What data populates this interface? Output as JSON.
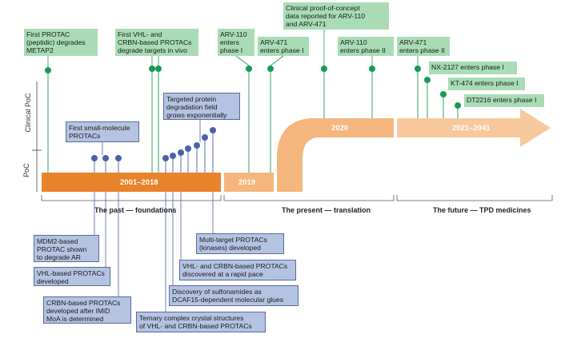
{
  "axis": {
    "clinical": "Clinical PoC",
    "poc": "PoC"
  },
  "eras": {
    "past": {
      "bar": "2001–2018",
      "label": "The past — foundations"
    },
    "present": {
      "bar2019": "2019",
      "bar2020": "2020",
      "label": "The present — translation"
    },
    "future": {
      "bar": "2021–2041",
      "label": "The future — TPD medicines"
    }
  },
  "green_boxes": [
    {
      "id": "first-protac",
      "text": "First PROTAC\n(peptidic) degrades\nMETAP2"
    },
    {
      "id": "vhl-crbn-invivo",
      "text": "First VHL- and\nCRBN-based PROTACs\ndegrade targets in vivo"
    },
    {
      "id": "arv110-p1",
      "text": "ARV-110\nenters\nphase I"
    },
    {
      "id": "arv471-p1",
      "text": "ARV-471\nenters phase I"
    },
    {
      "id": "clinical-poc",
      "text": "Clinical proof-of-concept\ndata reported for ARV-110\nand ARV-471"
    },
    {
      "id": "arv110-p2",
      "text": "ARV-110\nenters phase II"
    },
    {
      "id": "arv471-p2",
      "text": "ARV-471\nenters phase II"
    },
    {
      "id": "nx2127",
      "text": "NX-2127 enters phase I"
    },
    {
      "id": "kt474",
      "text": "KT-474 enters phase I"
    },
    {
      "id": "dt2216",
      "text": "DT2216 enters phase I"
    }
  ],
  "blue_boxes_top": [
    {
      "id": "small-molecule",
      "text": "First small-molecule\nPROTACs"
    },
    {
      "id": "tpd-field",
      "text": "Targeted protein\ndegradation field\ngrows exponentially"
    }
  ],
  "blue_boxes_bottom": [
    {
      "id": "mdm2",
      "text": "MDM2-based\nPROTAC shown\nto degrade AR"
    },
    {
      "id": "vhl-based",
      "text": "VHL-based PROTACs\ndeveloped"
    },
    {
      "id": "crbn-based",
      "text": "CRBN-based PROTACs\ndeveloped after IMiD\nMoA is determined"
    },
    {
      "id": "ternary",
      "text": "Ternary complex crystal structures\nof VHL- and CRBN-based PROTACs"
    },
    {
      "id": "sulfonamides",
      "text": "Discovery of sulfonamides as\nDCAF15-dependent molecular glues"
    },
    {
      "id": "vhl-crbn-rapid",
      "text": "VHL- and CRBN-based PROTACs\ndiscovered at a rapid pace"
    },
    {
      "id": "multi-target",
      "text": "Multi-target PROTACs\n(kinases) developed"
    }
  ],
  "colors": {
    "green_box": "#a9dcb6",
    "green_dot": "#1a9a55",
    "blue_box": "#b5c3e2",
    "blue_dot": "#4a62a8",
    "bar_dark": "#e8822b",
    "bar_light": "#f4b67c",
    "bar_future": "#f7c89b"
  }
}
